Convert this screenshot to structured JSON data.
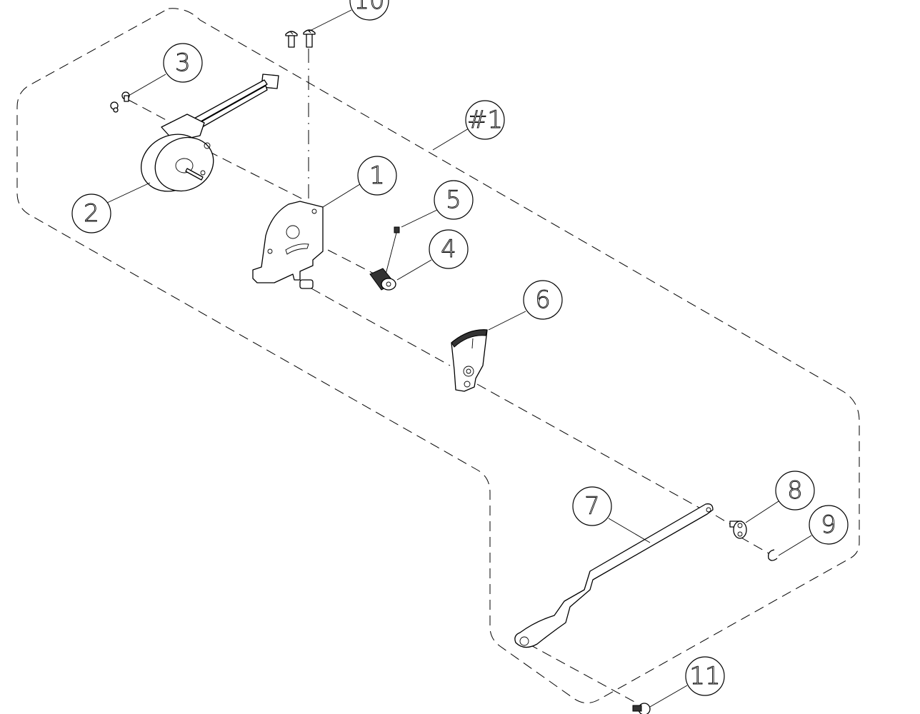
{
  "callouts": [
    {
      "id": "10",
      "label": "10"
    },
    {
      "id": "3",
      "label": "3"
    },
    {
      "id": "1a",
      "label": "#1"
    },
    {
      "id": "1",
      "label": "1"
    },
    {
      "id": "5",
      "label": "5"
    },
    {
      "id": "2",
      "label": "2"
    },
    {
      "id": "4",
      "label": "4"
    },
    {
      "id": "6",
      "label": "6"
    },
    {
      "id": "8",
      "label": "8"
    },
    {
      "id": "7",
      "label": "7"
    },
    {
      "id": "9",
      "label": "9"
    },
    {
      "id": "11",
      "label": "11"
    }
  ],
  "colors": {
    "line": "#000000",
    "background": "#ffffff"
  }
}
